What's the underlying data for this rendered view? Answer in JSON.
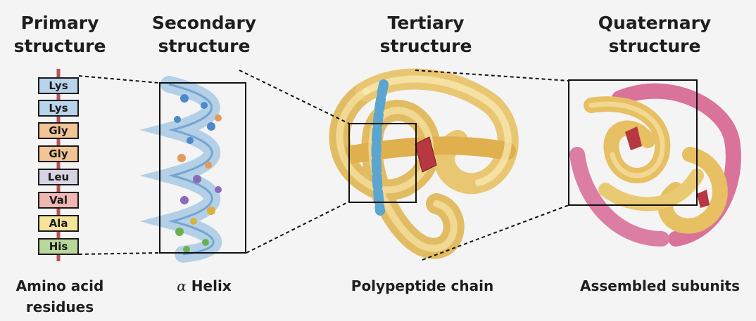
{
  "titles": {
    "primary": [
      "Primary",
      "structure"
    ],
    "secondary": [
      "Secondary",
      "structure"
    ],
    "tertiary": [
      "Tertiary",
      "structure"
    ],
    "quaternary": [
      "Quaternary",
      "structure"
    ]
  },
  "residues": [
    {
      "label": "Lys",
      "color": "#b9d3ec"
    },
    {
      "label": "Lys",
      "color": "#b9d3ec"
    },
    {
      "label": "Gly",
      "color": "#f3c596"
    },
    {
      "label": "Gly",
      "color": "#f3c596"
    },
    {
      "label": "Leu",
      "color": "#d7d3e3"
    },
    {
      "label": "Val",
      "color": "#f0b7b2"
    },
    {
      "label": "Ala",
      "color": "#f7e39a"
    },
    {
      "label": "His",
      "color": "#b9d79b"
    }
  ],
  "captions": {
    "primary": [
      "Amino acid",
      "residues"
    ],
    "secondary_symbol": "α",
    "secondary_text": "Helix",
    "tertiary": "Polypeptide chain",
    "quaternary": "Assembled subunits"
  }
}
